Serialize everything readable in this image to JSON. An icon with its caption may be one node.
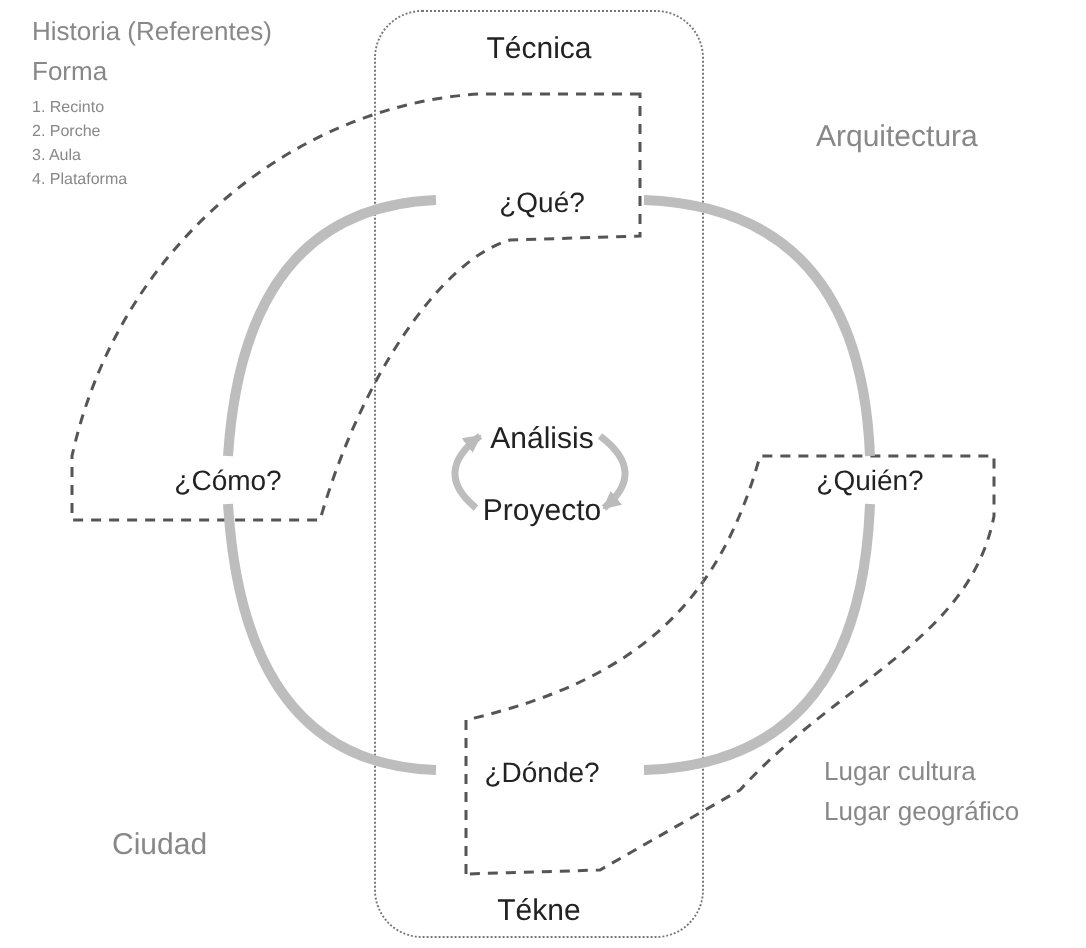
{
  "diagram": {
    "nodes": [
      {
        "text": [
          "Técnica",
          "Tékne"
        ]
      },
      {
        "text": [
          "¿Qué?"
        ],
        "in": 0
      },
      {
        "text": [
          "¿Cómo?"
        ]
      },
      {
        "text": [
          "Análisis"
        ],
        "in": 0
      },
      {
        "text": [
          "Proyecto"
        ],
        "in": 0
      },
      {
        "text": [
          "¿Quién?"
        ]
      },
      {
        "text": [
          "¿Dónde?"
        ],
        "in": 0
      }
    ],
    "edges": [
      {
        "from": 1,
        "to": 2,
        "arrow": "none"
      },
      {
        "from": 2,
        "to": 6,
        "arrow": "none"
      },
      {
        "from": 6,
        "to": 5,
        "arrow": "none"
      },
      {
        "from": 5,
        "to": 1,
        "arrow": "none"
      },
      {
        "from": 4,
        "to": 3,
        "arrow": "to"
      },
      {
        "from": 3,
        "to": 4,
        "arrow": "to"
      }
    ],
    "labels": [
      "Historia (Referentes)",
      "Forma",
      "1. Recinto",
      "2. Porche",
      "3. Aula",
      "4. Plataforma",
      "Arquitectura",
      "Ciudad",
      "Lugar cultura",
      "Lugar geográfico"
    ]
  }
}
